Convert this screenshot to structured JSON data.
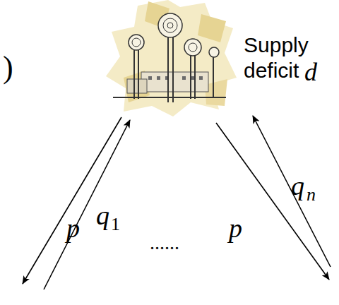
{
  "diagram": {
    "labels": [
      ")",
      "Supply deficit",
      "d",
      "p",
      "q",
      "1",
      "......",
      "p",
      "q",
      "n"
    ]
  }
}
